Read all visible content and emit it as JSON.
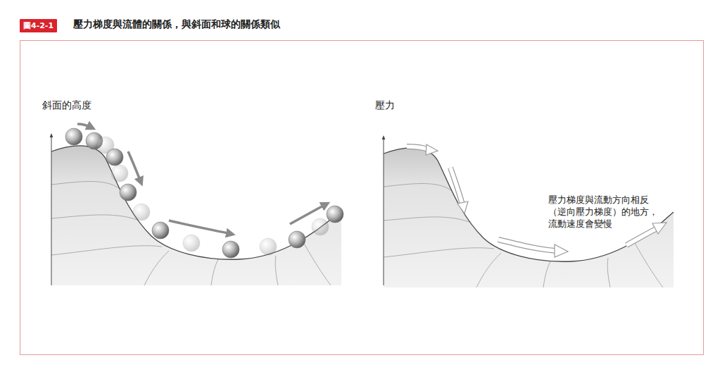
{
  "diagram": {
    "title": "壓力梯度與流體的關係，與斜面和球的關係類似",
    "nodes": [
      {
        "text": [
          "圖4-2-1"
        ]
      }
    ],
    "labels": [
      "斜面的高度",
      "壓力",
      "壓力梯度與流動方向相反（逆向壓力梯度）的地方，流動速度會變慢"
    ]
  }
}
